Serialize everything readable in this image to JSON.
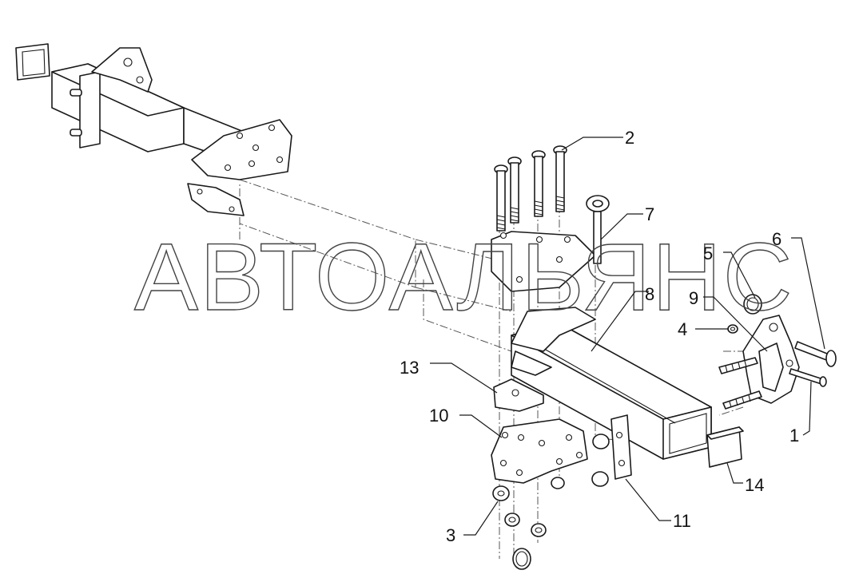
{
  "watermark": "АВТОАЛЬЯНС",
  "callouts": [
    {
      "id": "1",
      "label": "1"
    },
    {
      "id": "2",
      "label": "2"
    },
    {
      "id": "3",
      "label": "3"
    },
    {
      "id": "4",
      "label": "4"
    },
    {
      "id": "5",
      "label": "5"
    },
    {
      "id": "6",
      "label": "6"
    },
    {
      "id": "7",
      "label": "7"
    },
    {
      "id": "8",
      "label": "8"
    },
    {
      "id": "9",
      "label": "9"
    },
    {
      "id": "10",
      "label": "10"
    },
    {
      "id": "11",
      "label": "11"
    },
    {
      "id": "13",
      "label": "13"
    },
    {
      "id": "14",
      "label": "14"
    }
  ]
}
